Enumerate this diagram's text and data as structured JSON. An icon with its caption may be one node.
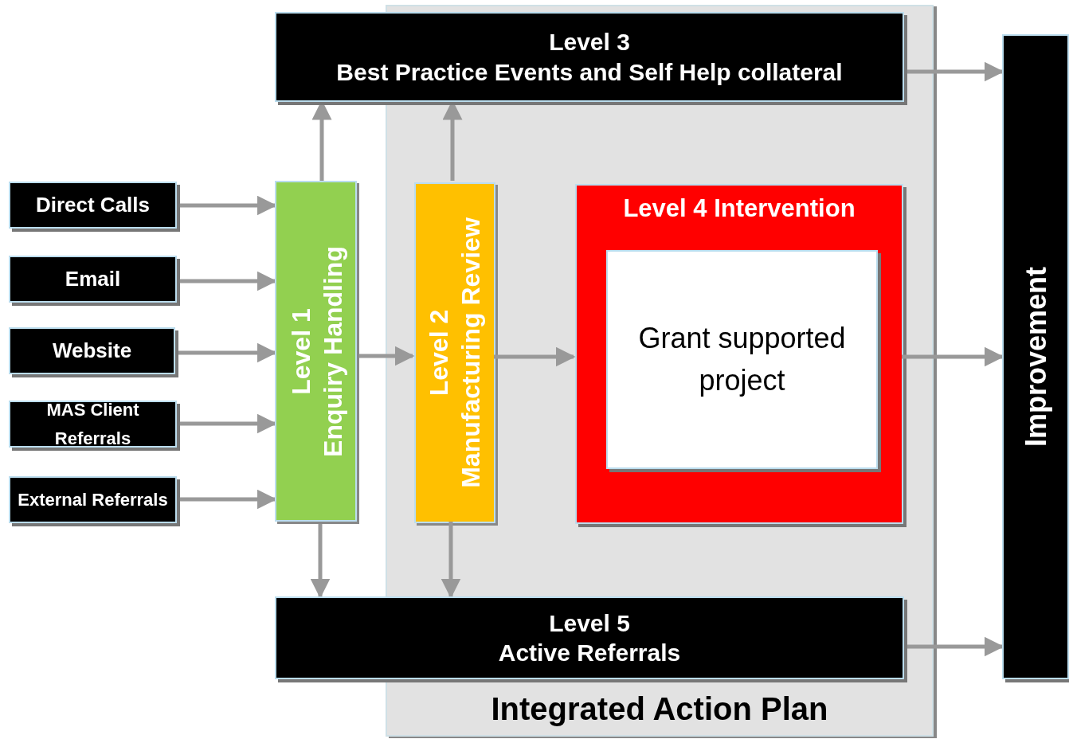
{
  "diagram": {
    "nodes": [
      {
        "text": [
          "Level 3",
          "Best Practice Events and Self Help collateral"
        ]
      },
      {
        "text": [
          "Integrated Action Plan"
        ]
      },
      {
        "text": [
          "Direct Calls"
        ]
      },
      {
        "text": [
          "Email"
        ]
      },
      {
        "text": [
          "Website"
        ]
      },
      {
        "text": [
          "MAS Client Referrals"
        ]
      },
      {
        "text": [
          "External Referrals"
        ]
      },
      {
        "text": [
          "Level 1",
          "Enquiry Handling"
        ]
      },
      {
        "text": [
          "Level 2",
          "Manufacturing Review"
        ],
        "in": 1
      },
      {
        "text": [
          "Level 4 Intervention"
        ],
        "in": 1
      },
      {
        "text": [
          "Grant supported project"
        ],
        "in": 9
      },
      {
        "text": [
          "Level 5",
          "Active Referrals"
        ]
      },
      {
        "text": [
          "Improvement"
        ]
      }
    ],
    "edges": [
      {
        "from": 2,
        "to": 7,
        "arrow": "to"
      },
      {
        "from": 3,
        "to": 7,
        "arrow": "to"
      },
      {
        "from": 4,
        "to": 7,
        "arrow": "to"
      },
      {
        "from": 5,
        "to": 7,
        "arrow": "to"
      },
      {
        "from": 6,
        "to": 7,
        "arrow": "to"
      },
      {
        "from": 7,
        "to": 0,
        "arrow": "to"
      },
      {
        "from": 7,
        "to": 8,
        "arrow": "to"
      },
      {
        "from": 7,
        "to": 11,
        "arrow": "to"
      },
      {
        "from": 8,
        "to": 0,
        "arrow": "to"
      },
      {
        "from": 8,
        "to": 9,
        "arrow": "to"
      },
      {
        "from": 8,
        "to": 11,
        "arrow": "to"
      },
      {
        "from": 0,
        "to": 12,
        "arrow": "to"
      },
      {
        "from": 9,
        "to": 12,
        "arrow": "to"
      },
      {
        "from": 11,
        "to": 12,
        "arrow": "to"
      }
    ]
  }
}
